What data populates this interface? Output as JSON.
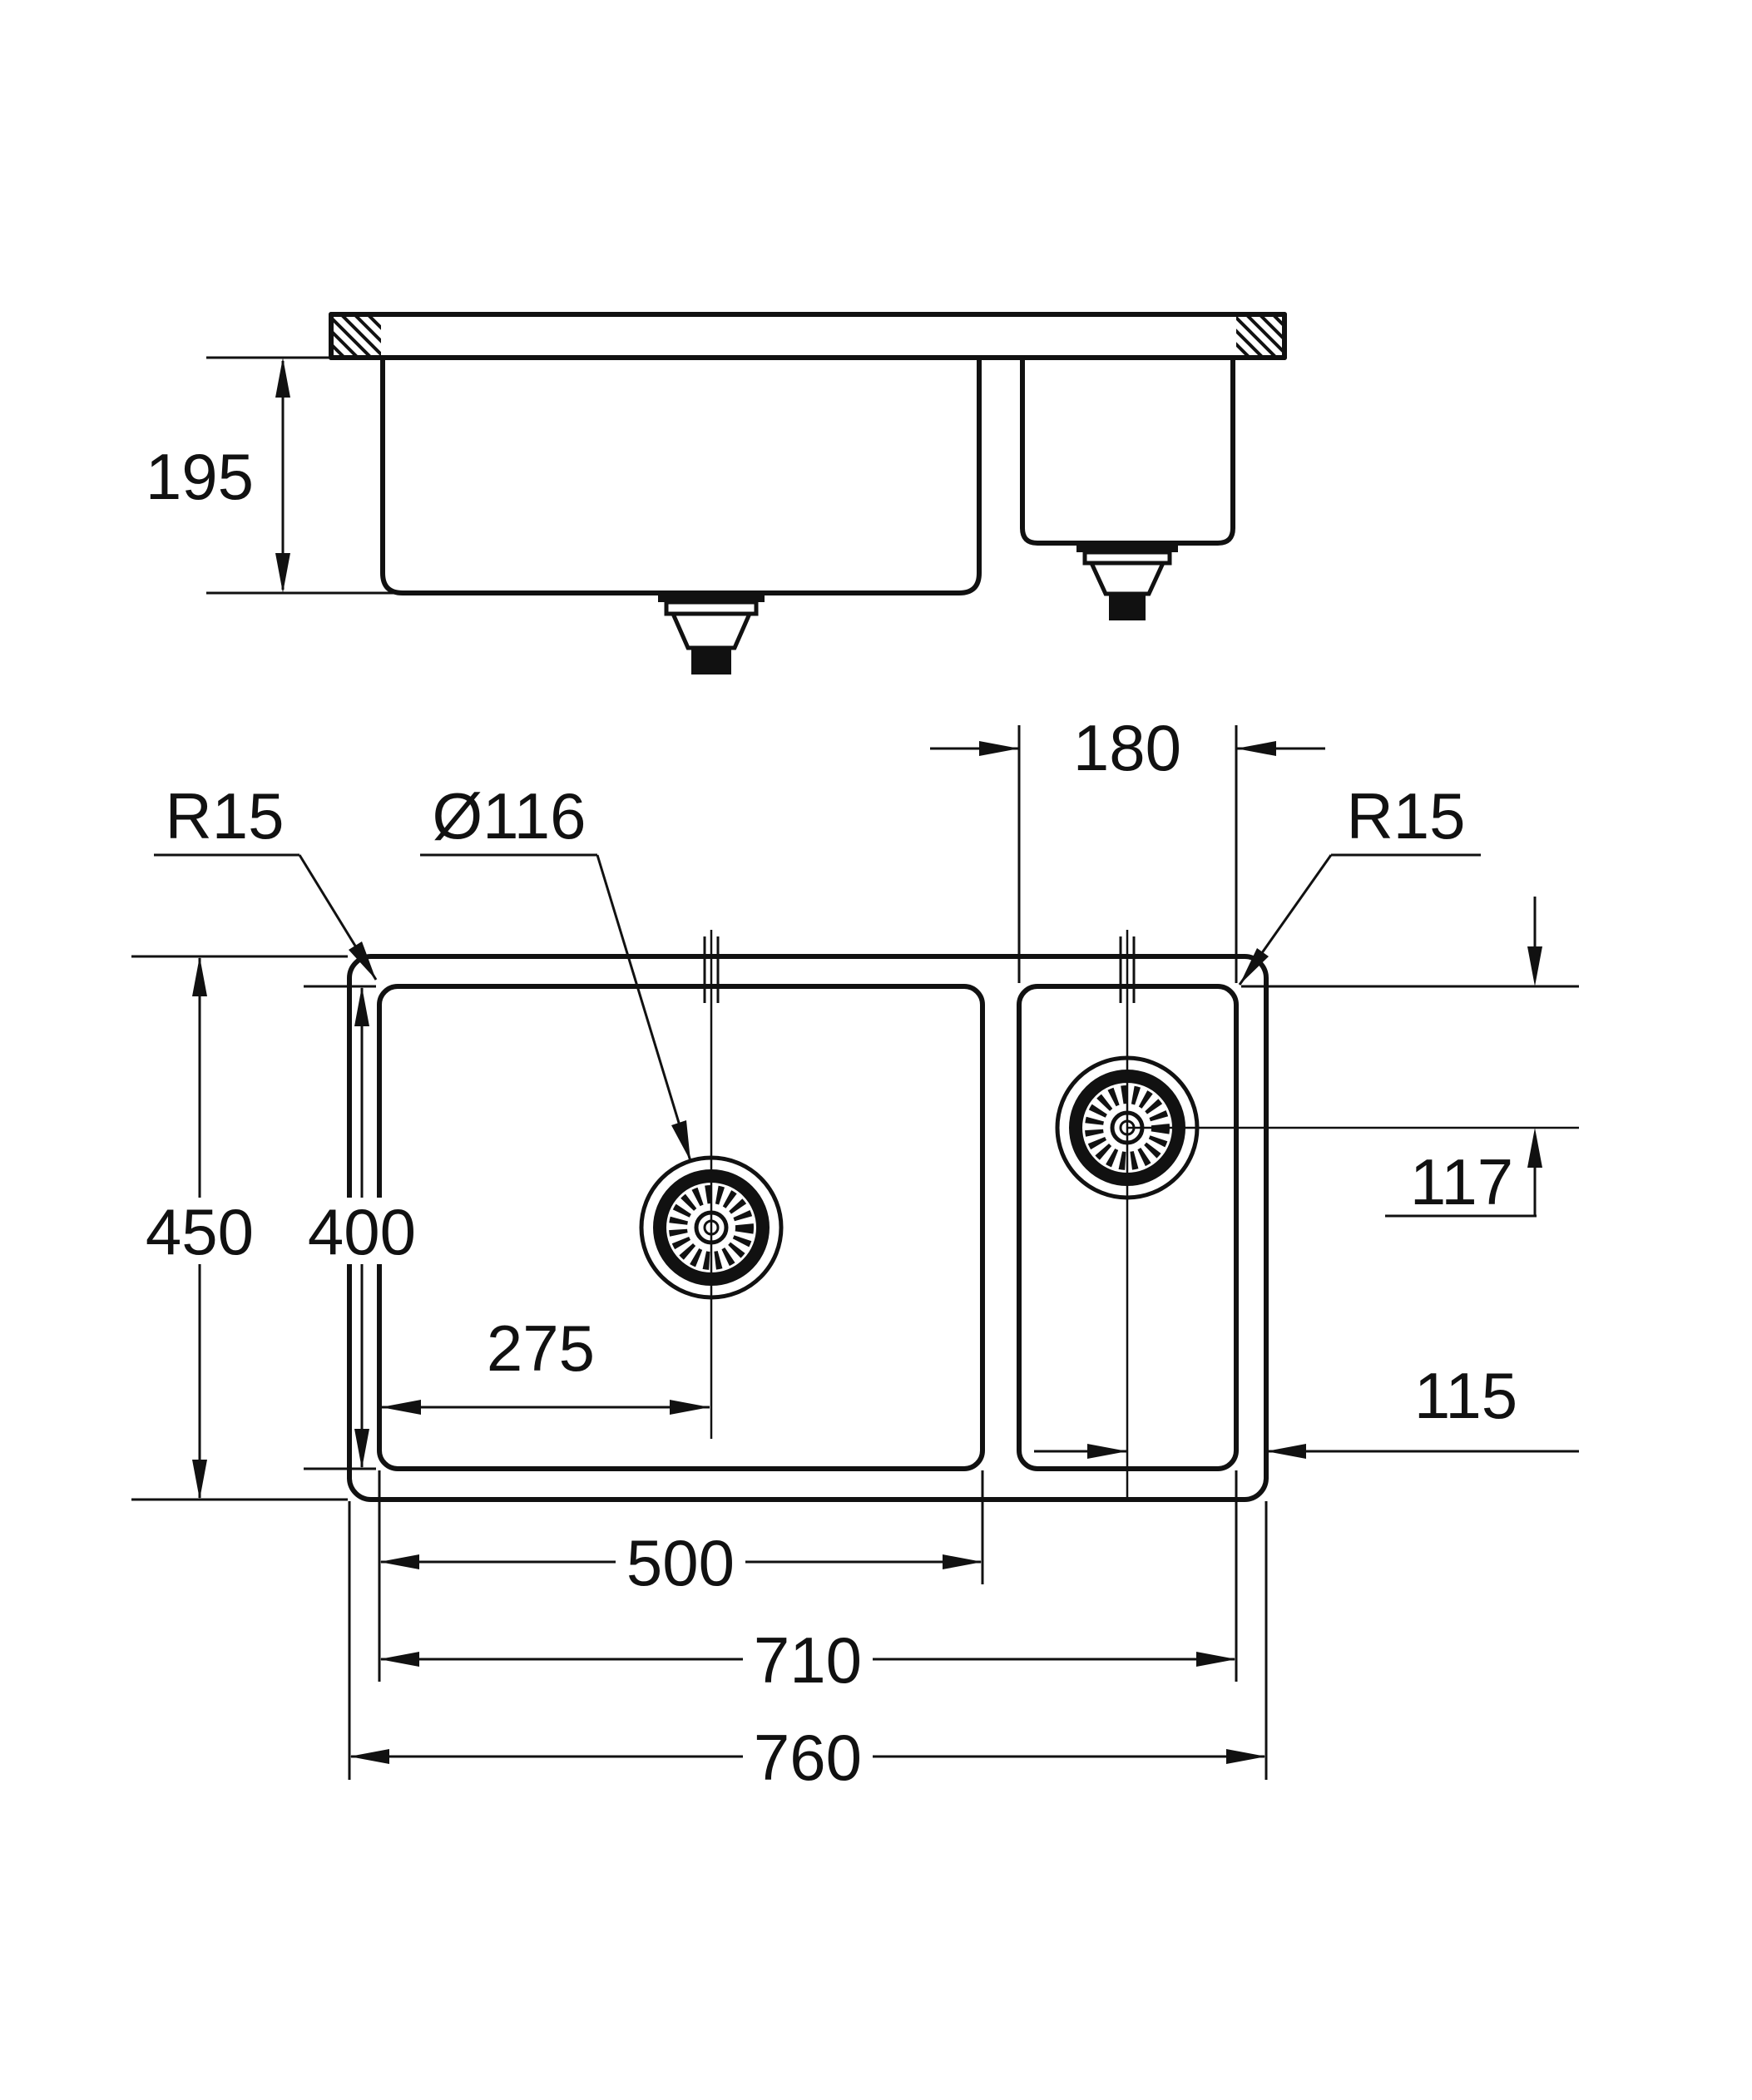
{
  "drawing": {
    "description": "Technical dimension drawing of an undermount kitchen sink with one large bowl and one small bowl, shown in side section view (top) and plan view (bottom)",
    "colors": {
      "line": "#111111",
      "background": "#ffffff"
    },
    "labels": {
      "depth": "195",
      "overall_height": "450",
      "bowl_height": "400",
      "drain_offset": "275",
      "bowl_width": "500",
      "inner_span": "710",
      "overall_width": "760",
      "small_bowl_width": "180",
      "small_drain_top_offset": "117",
      "small_drain_right_offset": "115",
      "corner_radius_left": "R15",
      "corner_radius_right": "R15",
      "drain_diameter": "Ø116"
    }
  }
}
